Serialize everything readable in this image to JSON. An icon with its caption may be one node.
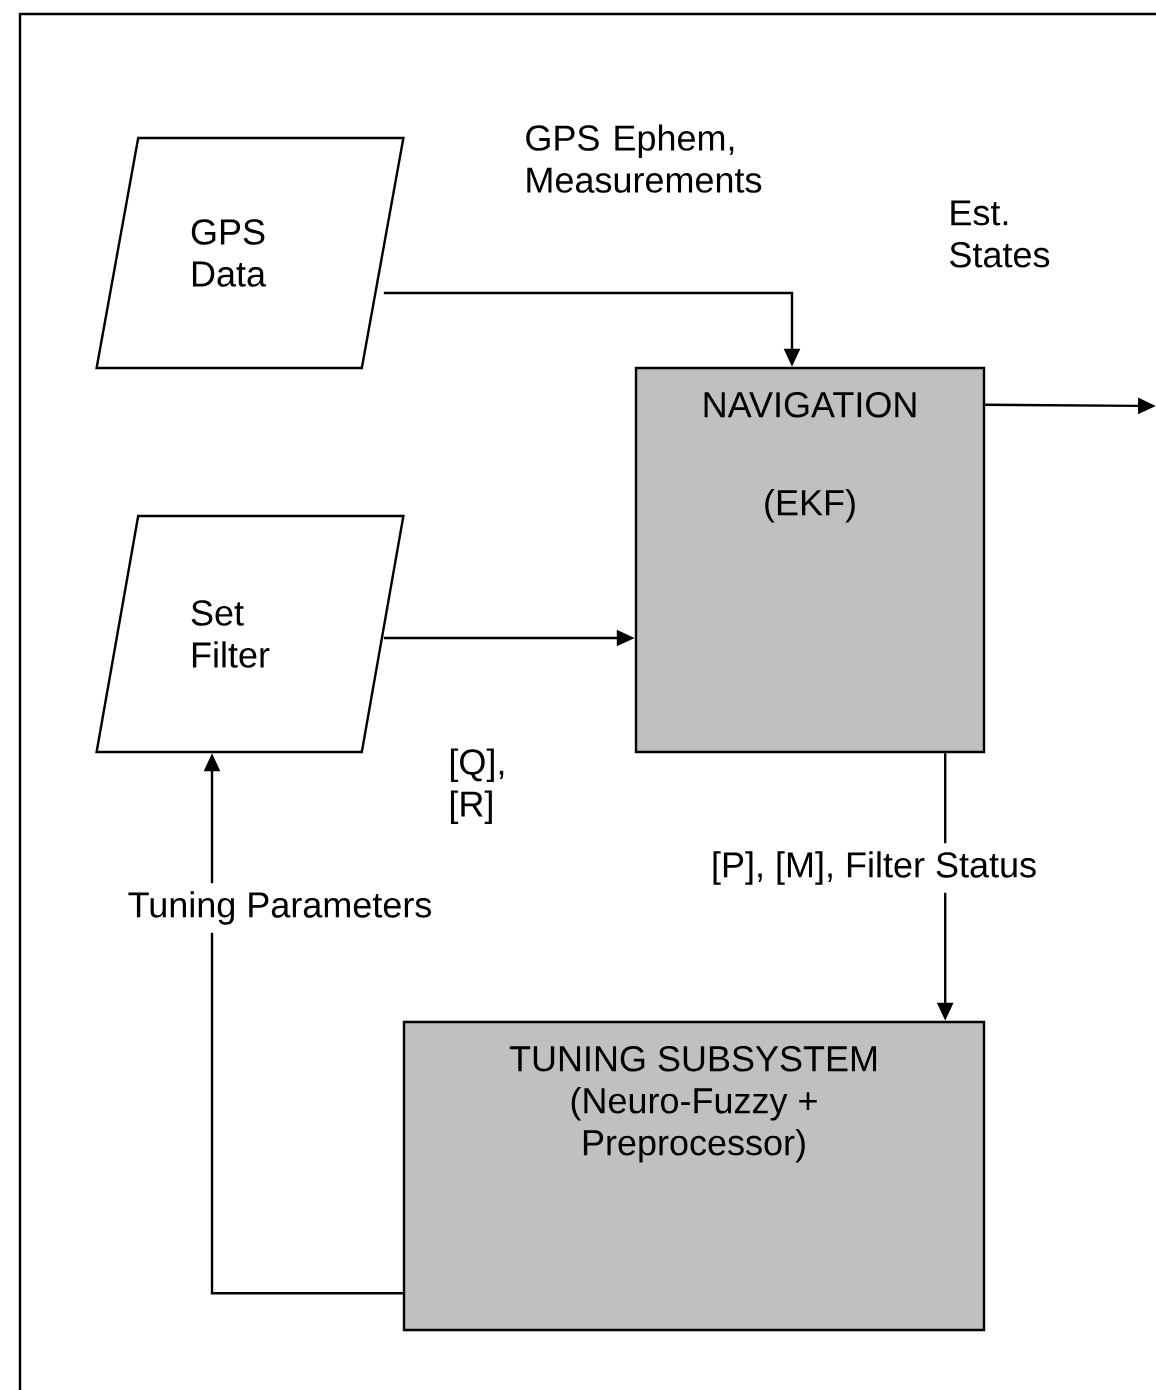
{
  "diagram": {
    "nodes": [
      {
        "text": [
          "GPS Data"
        ]
      },
      {
        "text": [
          "NAVIGATION",
          "(EKF)"
        ]
      },
      {
        "text": [
          "Set Filter"
        ]
      },
      {
        "text": [
          "TUNING SUBSYSTEM (Neuro-Fuzzy + Preprocessor)"
        ]
      }
    ],
    "edges": [
      {
        "from": 0,
        "to": 1,
        "arrow": "to",
        "label": "GPS Ephem, Measurements"
      },
      {
        "from": 2,
        "to": 1,
        "arrow": "to",
        "label": "[Q], [R]"
      },
      {
        "from": 1,
        "to": null,
        "arrow": "to",
        "label": "Est. States"
      },
      {
        "from": 1,
        "to": 3,
        "arrow": "to",
        "label": "[P], [M], Filter Status"
      },
      {
        "from": 3,
        "to": 2,
        "arrow": "to",
        "label": "Tuning Parameters"
      }
    ]
  }
}
